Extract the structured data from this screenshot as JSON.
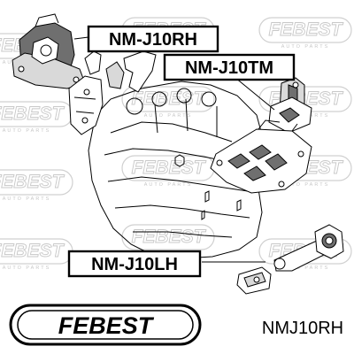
{
  "labels": {
    "right_mount": "NM-J10RH",
    "top_mount": "NM-J10TM",
    "left_mount": "NM-J10LH"
  },
  "brand": {
    "logo_text": "FEBEST",
    "watermark_text": "FEBEST",
    "watermark_subtext": "AUTO PARTS"
  },
  "part_number": "NMJ10RH"
}
